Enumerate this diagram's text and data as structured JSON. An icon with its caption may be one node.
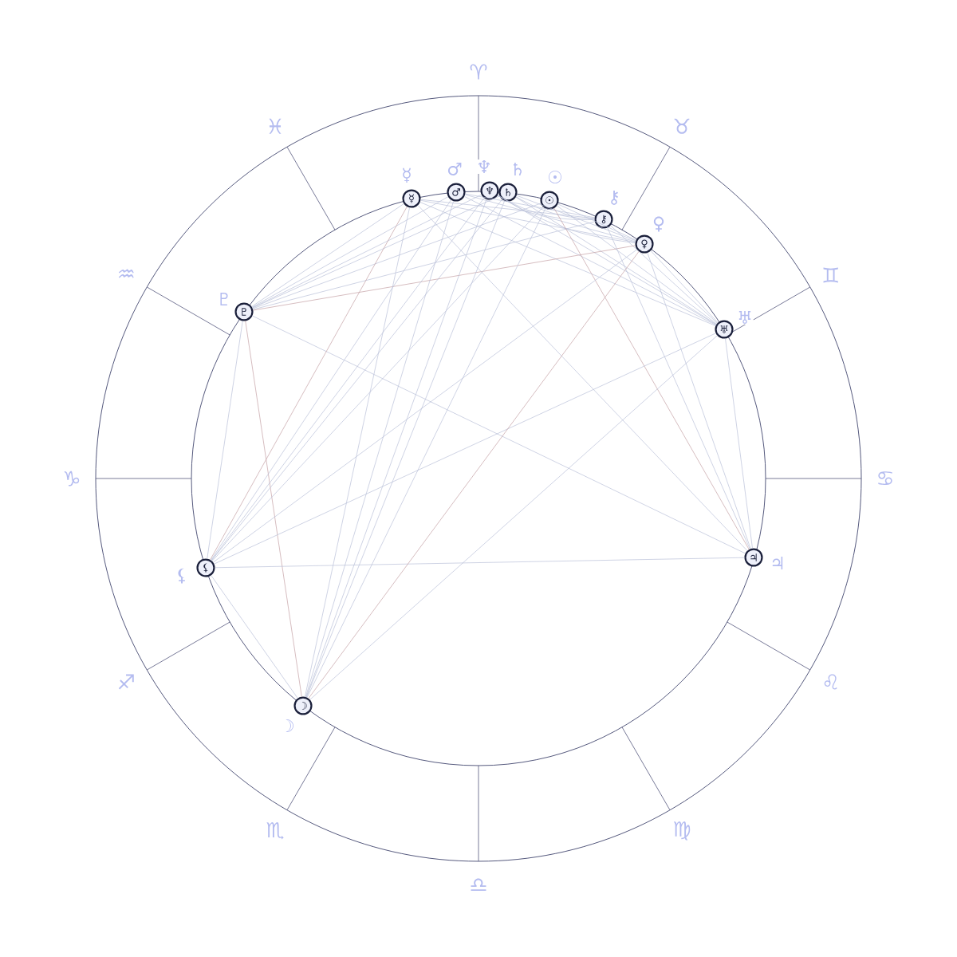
{
  "diagram": {
    "nodes": [
      {
        "text": [
          "☿"
        ],
        "beside": [
          "☿"
        ]
      },
      {
        "text": [
          "♂"
        ],
        "beside": [
          "♂"
        ]
      },
      {
        "text": [
          "♆"
        ],
        "beside": [
          "♆"
        ]
      },
      {
        "text": [
          "♄"
        ],
        "beside": [
          "♄"
        ]
      },
      {
        "text": [
          "☉"
        ],
        "beside": [
          "☉"
        ]
      },
      {
        "text": [
          "⚷"
        ],
        "beside": [
          "⚷"
        ]
      },
      {
        "text": [
          "♀"
        ],
        "beside": [
          "♀"
        ]
      },
      {
        "text": [
          "♅"
        ],
        "beside": [
          "♅"
        ]
      },
      {
        "text": [
          "♃"
        ],
        "beside": [
          "♃"
        ]
      },
      {
        "text": [
          "☽"
        ],
        "beside": [
          "☽"
        ]
      },
      {
        "text": [
          "⚸"
        ],
        "beside": [
          "⚸"
        ]
      },
      {
        "text": [
          "♇"
        ],
        "beside": [
          "♇"
        ]
      }
    ],
    "edges": [
      {
        "from": 0,
        "to": 6,
        "arrow": "none"
      },
      {
        "from": 0,
        "to": 7,
        "arrow": "none"
      },
      {
        "from": 0,
        "to": 5,
        "arrow": "none"
      },
      {
        "from": 1,
        "to": 6,
        "arrow": "none"
      },
      {
        "from": 1,
        "to": 7,
        "arrow": "none"
      },
      {
        "from": 1,
        "to": 5,
        "arrow": "none"
      },
      {
        "from": 2,
        "to": 6,
        "arrow": "none"
      },
      {
        "from": 2,
        "to": 7,
        "arrow": "none"
      },
      {
        "from": 2,
        "to": 5,
        "arrow": "none"
      },
      {
        "from": 3,
        "to": 6,
        "arrow": "none"
      },
      {
        "from": 3,
        "to": 7,
        "arrow": "none"
      },
      {
        "from": 3,
        "to": 5,
        "arrow": "none"
      },
      {
        "from": 4,
        "to": 6,
        "arrow": "none"
      },
      {
        "from": 4,
        "to": 7,
        "arrow": "none"
      },
      {
        "from": 5,
        "to": 7,
        "arrow": "none"
      },
      {
        "from": 6,
        "to": 7,
        "arrow": "none"
      },
      {
        "from": 11,
        "to": 0,
        "arrow": "none"
      },
      {
        "from": 11,
        "to": 1,
        "arrow": "none"
      },
      {
        "from": 11,
        "to": 2,
        "arrow": "none"
      },
      {
        "from": 11,
        "to": 3,
        "arrow": "none"
      },
      {
        "from": 11,
        "to": 4,
        "arrow": "none"
      },
      {
        "from": 11,
        "to": 5,
        "arrow": "none"
      },
      {
        "from": 11,
        "to": 6,
        "arrow": "none",
        "color": "#c4a0a4"
      },
      {
        "from": 11,
        "to": 8,
        "arrow": "none"
      },
      {
        "from": 11,
        "to": 10,
        "arrow": "none"
      },
      {
        "from": 11,
        "to": 9,
        "arrow": "none",
        "color": "#c4a0a4"
      },
      {
        "from": 8,
        "to": 0,
        "arrow": "none"
      },
      {
        "from": 8,
        "to": 4,
        "arrow": "none",
        "color": "#c4a0a4"
      },
      {
        "from": 8,
        "to": 5,
        "arrow": "none"
      },
      {
        "from": 8,
        "to": 6,
        "arrow": "none"
      },
      {
        "from": 8,
        "to": 7,
        "arrow": "none"
      },
      {
        "from": 10,
        "to": 8,
        "arrow": "none"
      },
      {
        "from": 10,
        "to": 7,
        "arrow": "none"
      },
      {
        "from": 10,
        "to": 0,
        "arrow": "none",
        "color": "#c4a0a4"
      },
      {
        "from": 10,
        "to": 1,
        "arrow": "none"
      },
      {
        "from": 10,
        "to": 2,
        "arrow": "none"
      },
      {
        "from": 10,
        "to": 3,
        "arrow": "none"
      },
      {
        "from": 10,
        "to": 4,
        "arrow": "none"
      },
      {
        "from": 10,
        "to": 6,
        "arrow": "none"
      },
      {
        "from": 10,
        "to": 9,
        "arrow": "none"
      },
      {
        "from": 9,
        "to": 0,
        "arrow": "none"
      },
      {
        "from": 9,
        "to": 1,
        "arrow": "none"
      },
      {
        "from": 9,
        "to": 2,
        "arrow": "none"
      },
      {
        "from": 9,
        "to": 3,
        "arrow": "none"
      },
      {
        "from": 9,
        "to": 4,
        "arrow": "none"
      },
      {
        "from": 9,
        "to": 6,
        "arrow": "none",
        "color": "#c4a0a4"
      },
      {
        "from": 9,
        "to": 7,
        "arrow": "none"
      }
    ],
    "labels": [
      "♈",
      "♉",
      "♊",
      "♋",
      "♌",
      "♍",
      "♎",
      "♏",
      "♐",
      "♑",
      "♒",
      "♓"
    ]
  }
}
